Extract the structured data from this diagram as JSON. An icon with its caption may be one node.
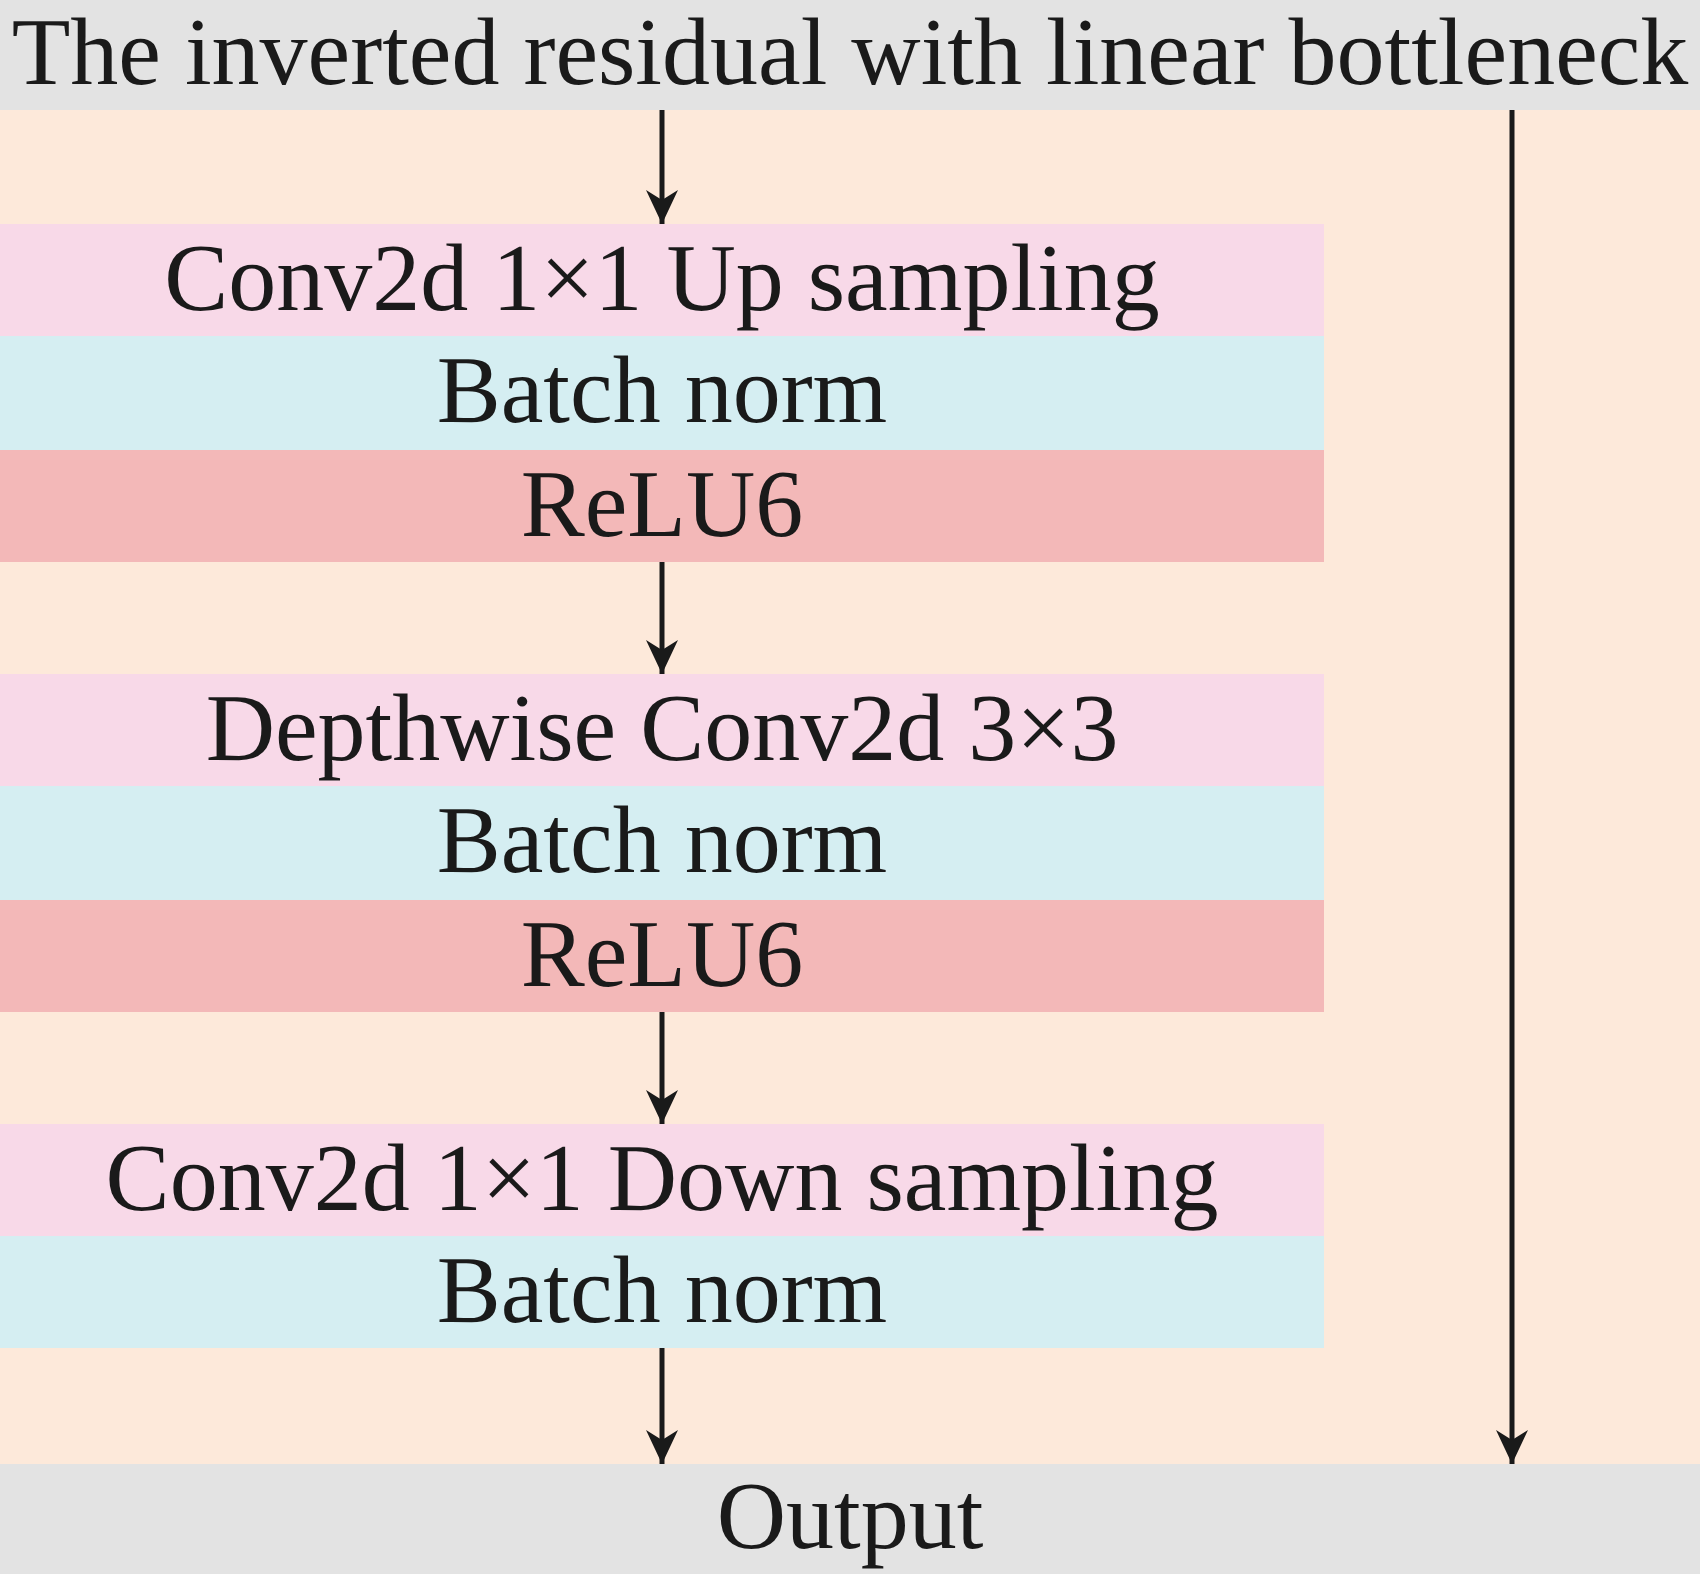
{
  "diagram": {
    "nodes": [
      {
        "text": [
          "The inverted residual with linear bottleneck"
        ]
      },
      {
        "text": [
          "Conv2d 1×1 Up sampling"
        ]
      },
      {
        "text": [
          "Batch norm"
        ]
      },
      {
        "text": [
          "ReLU6"
        ]
      },
      {
        "text": [
          "Depthwise Conv2d 3×3"
        ]
      },
      {
        "text": [
          "Batch norm"
        ]
      },
      {
        "text": [
          "ReLU6"
        ]
      },
      {
        "text": [
          "Conv2d 1×1 Down sampling"
        ]
      },
      {
        "text": [
          "Batch norm"
        ]
      },
      {
        "text": [
          "Output"
        ]
      }
    ],
    "edges": [
      {
        "from": 0,
        "to": 1,
        "arrow": "to"
      },
      {
        "from": 3,
        "to": 4,
        "arrow": "to"
      },
      {
        "from": 6,
        "to": 7,
        "arrow": "to"
      },
      {
        "from": 8,
        "to": 9,
        "arrow": "to"
      },
      {
        "from": 0,
        "to": 9,
        "arrow": "to"
      }
    ]
  }
}
